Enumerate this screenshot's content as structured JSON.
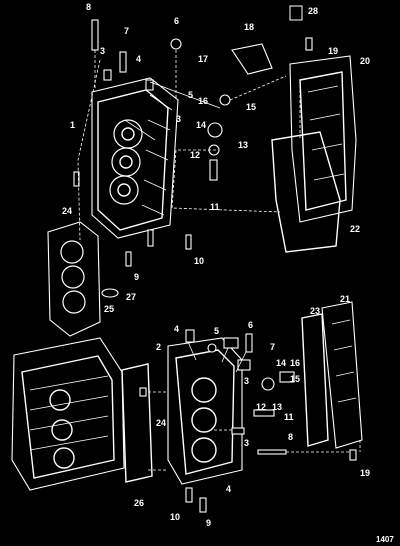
{
  "drawing_code": "1407",
  "top_callouts": [
    "8",
    "7",
    "6",
    "3",
    "4",
    "18",
    "17",
    "28",
    "19",
    "20",
    "5",
    "16",
    "15",
    "1",
    "3",
    "14",
    "13",
    "12",
    "11",
    "24",
    "22",
    "9",
    "10",
    "27",
    "25"
  ],
  "bottom_callouts": [
    "4",
    "5",
    "6",
    "2",
    "7",
    "14",
    "16",
    "3",
    "15",
    "12",
    "13",
    "11",
    "23",
    "21",
    "24",
    "8",
    "3",
    "26",
    "19",
    "4",
    "10",
    "9"
  ]
}
